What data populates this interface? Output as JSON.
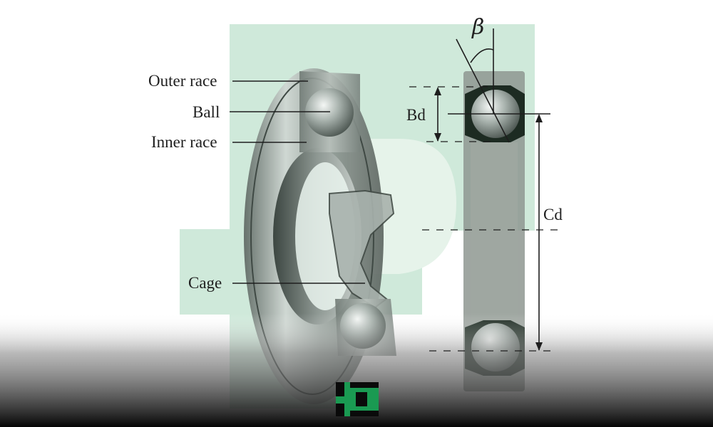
{
  "labels": {
    "outer_race": "Outer race",
    "ball": "Ball",
    "inner_race": "Inner race",
    "cage": "Cage",
    "ball_diameter": "Bd",
    "pitch_diameter": "Cd",
    "contact_angle": "β"
  },
  "colors": {
    "watermark": "#cfe9da",
    "logo_green": "#1a9a52",
    "steel_light": "#d7dcd9",
    "steel_dark": "#6b746f",
    "floor_dark": "#0a0a0a"
  },
  "icons": {
    "logo": "brand-logo-icon"
  }
}
